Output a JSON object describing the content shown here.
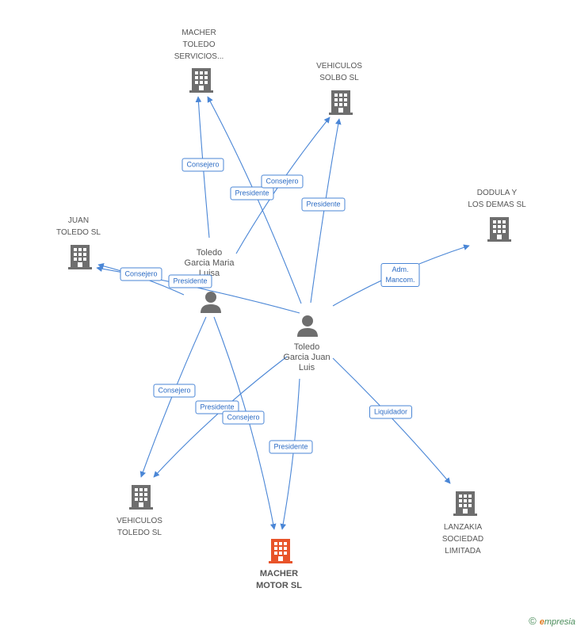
{
  "colors": {
    "edge": "#4a86d6",
    "building": "#6e6e6e",
    "building_main": "#e8542a",
    "person": "#6e6e6e"
  },
  "companies": {
    "macher_toledo": {
      "lines": [
        "MACHER",
        "TOLEDO",
        "SERVICIOS..."
      ],
      "icon": "building-icon"
    },
    "vehiculos_solbo": {
      "lines": [
        "VEHICULOS",
        "SOLBO SL"
      ],
      "icon": "building-icon"
    },
    "dodula": {
      "lines": [
        "DODULA Y",
        "LOS DEMAS SL"
      ],
      "icon": "building-icon"
    },
    "juan_toledo": {
      "lines": [
        "JUAN",
        "TOLEDO SL"
      ],
      "icon": "building-icon"
    },
    "vehiculos_toledo": {
      "lines": [
        "VEHICULOS",
        "TOLEDO SL"
      ],
      "icon": "building-icon"
    },
    "macher_motor": {
      "lines": [
        "MACHER",
        "MOTOR SL"
      ],
      "icon": "building-icon"
    },
    "lanzakia": {
      "lines": [
        "LANZAKIA",
        "SOCIEDAD",
        "LIMITADA"
      ],
      "icon": "building-icon"
    }
  },
  "persons": {
    "maria": {
      "lines": [
        "Toledo",
        "Garcia Maria",
        "Luisa"
      ],
      "icon": "person-icon"
    },
    "juan_luis": {
      "lines": [
        "Toledo",
        "Garcia Juan",
        "Luis"
      ],
      "icon": "person-icon"
    }
  },
  "edges": {
    "consejero_maria_macher": "Consejero",
    "presidente_juanluis_macher": "Presidente",
    "consejero_maria_solbo": "Consejero",
    "presidente_juanluis_solbo": "Presidente",
    "consejero_maria_juantoledo": "Consejero",
    "presidente_juanluis_juantoledo": "Presidente",
    "adm_juanluis_dodula": [
      "Adm.",
      "Mancom."
    ],
    "consejero_maria_vehtoledo": "Consejero",
    "presidente_juanluis_vehtoledo": "Presidente",
    "consejero_maria_machermotor": "Consejero",
    "presidente_juanluis_machermotor": "Presidente",
    "liquidador_juanluis_lanzakia": "Liquidador"
  },
  "footer": {
    "copyright": "©",
    "brand_initial": "e",
    "brand_rest": "mpresia"
  }
}
